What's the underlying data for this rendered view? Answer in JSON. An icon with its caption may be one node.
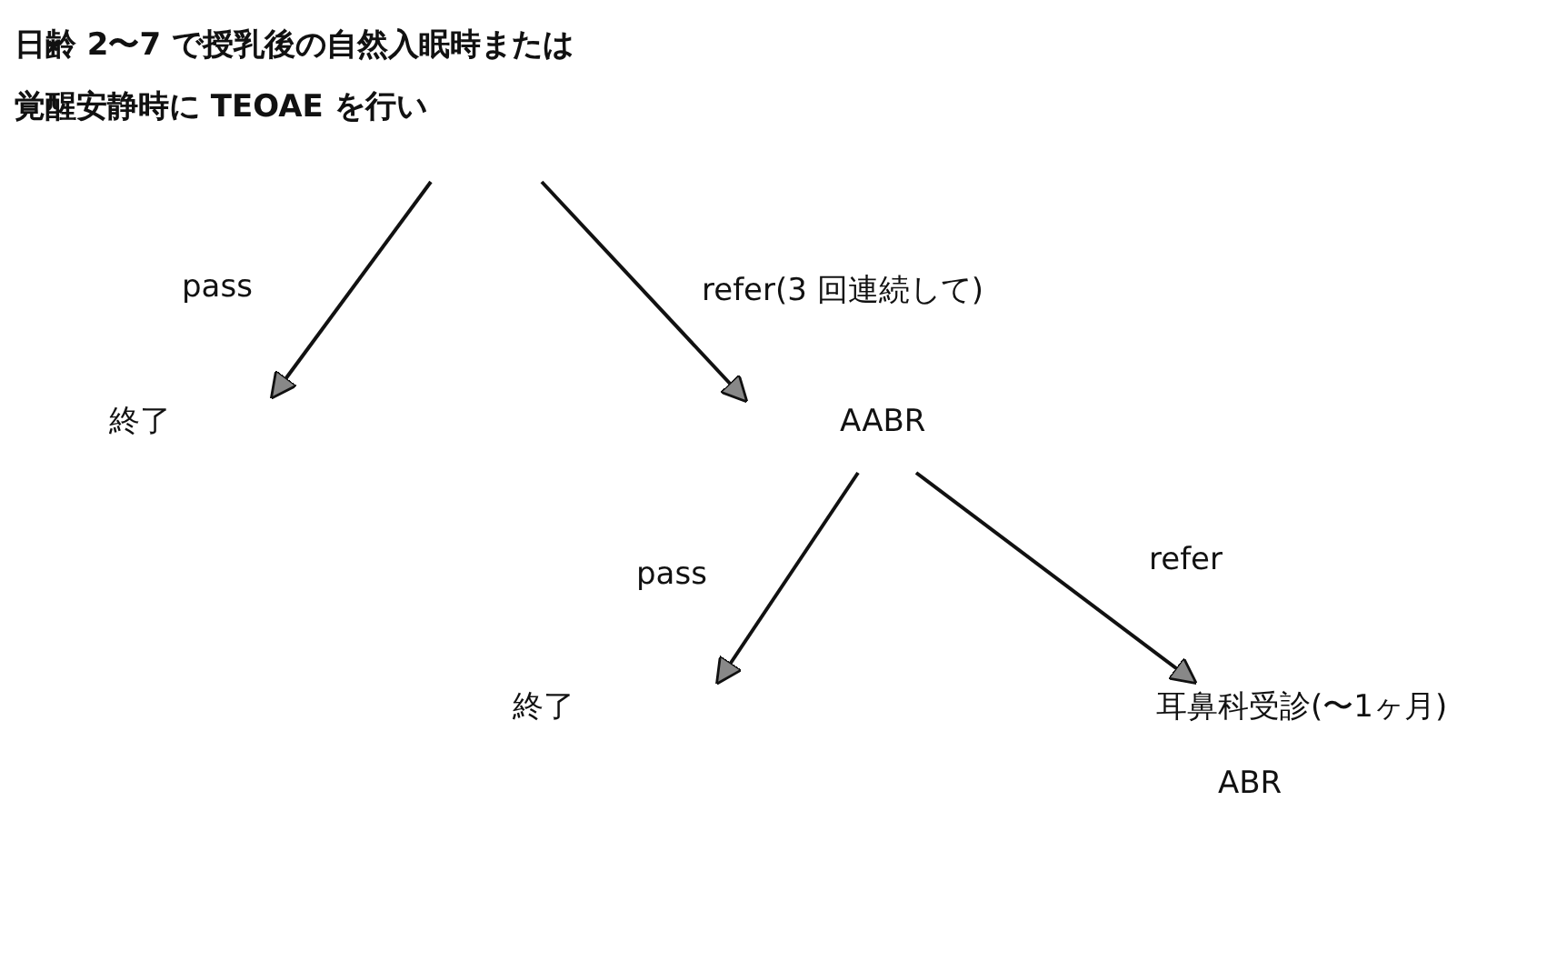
{
  "diagram": {
    "nodes": [
      {
        "text": [
          "日齢 2〜7 で授乳後の自然入眠時または覚醒安静時に TEOAE を行い"
        ]
      },
      {
        "text": [
          "終了"
        ]
      },
      {
        "text": [
          "AABR"
        ]
      },
      {
        "text": [
          "終了"
        ]
      },
      {
        "text": [
          "耳鼻科受診(〜1ヶ月)"
        ],
        "beside": [
          "ABR"
        ]
      }
    ],
    "edges": [
      {
        "from": 0,
        "to": 1,
        "arrow": "to",
        "label": "pass"
      },
      {
        "from": 0,
        "to": 2,
        "arrow": "to",
        "label": "refer(3 回連続して)"
      },
      {
        "from": 2,
        "to": 3,
        "arrow": "to",
        "label": "pass"
      },
      {
        "from": 2,
        "to": 4,
        "arrow": "to",
        "label": "refer"
      }
    ]
  }
}
